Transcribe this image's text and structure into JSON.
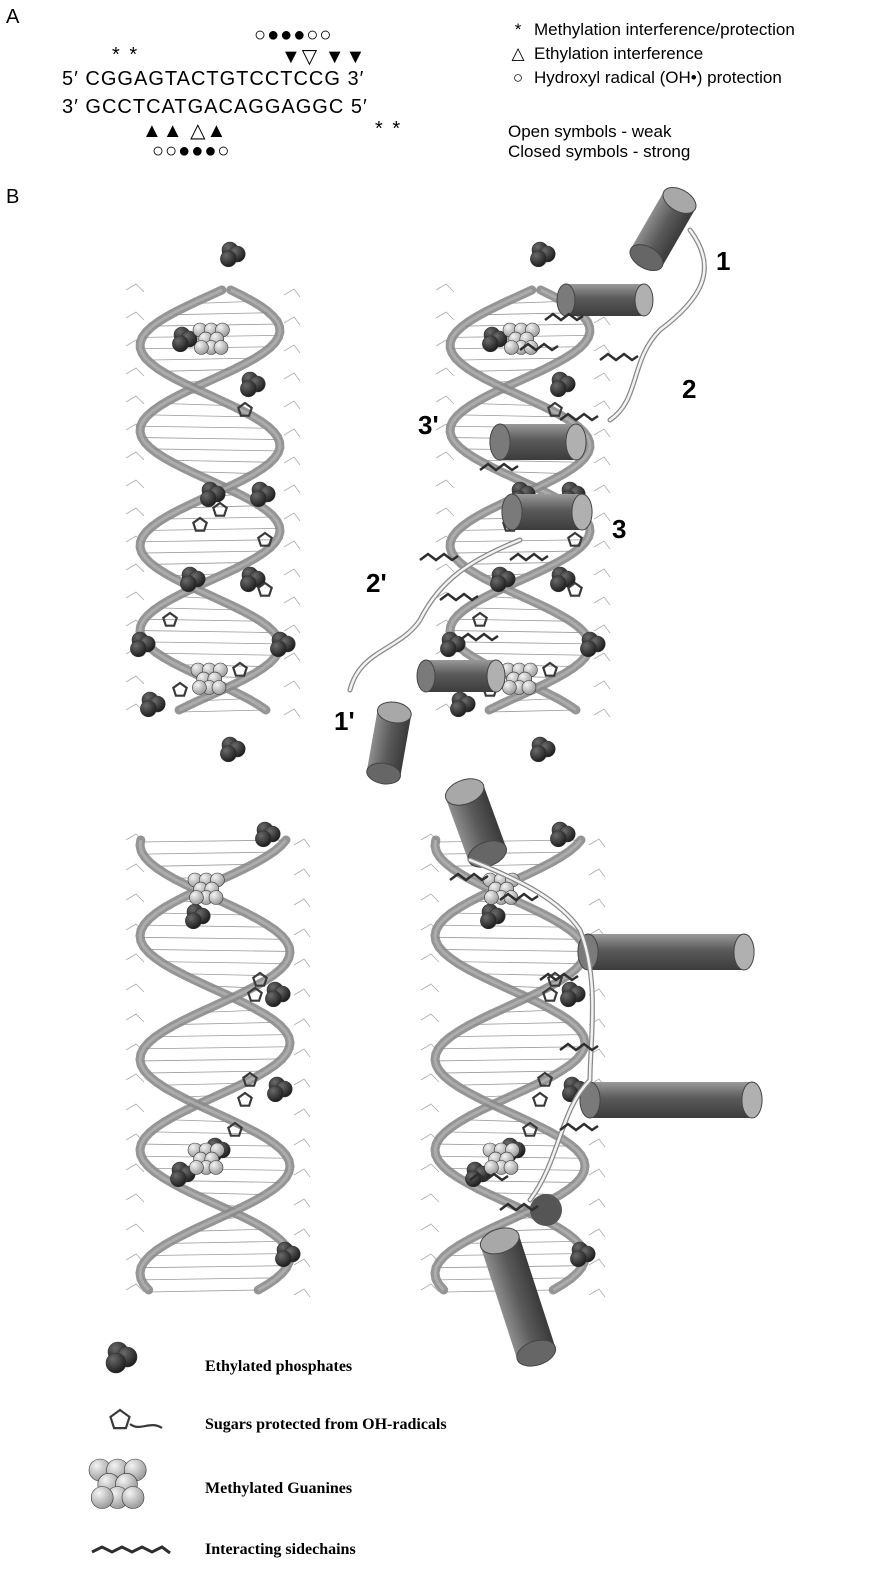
{
  "panel_a": {
    "label": "A",
    "top_strand": "5′ CGGAGTACTGTCCTCCG 3′",
    "bottom_strand": "3′ GCCTCATGACAGGAGGC 5′",
    "top_stars": "* *",
    "bottom_stars": "* *",
    "top_circles": "○●●●○○",
    "top_triangles": "▼▽ ▼▼",
    "bottom_triangles": "▲▲ △▲",
    "bottom_circles": "○○●●●○",
    "legend": [
      {
        "symbol": "*",
        "text": "Methylation interference/protection"
      },
      {
        "symbol": "△",
        "text": "Ethylation interference"
      },
      {
        "symbol": "○",
        "text": "Hydroxyl radical (OH•) protection"
      }
    ],
    "note_open": "Open symbols - weak",
    "note_closed": "Closed symbols - strong"
  },
  "panel_b": {
    "label": "B",
    "helix_labels": [
      "1",
      "2",
      "3'",
      "3",
      "2'",
      "1'"
    ],
    "legend": [
      {
        "icon": "ethylated-phosphate-icon",
        "text": "Ethylated phosphates"
      },
      {
        "icon": "sugar-ring-icon",
        "text": "Sugars protected from OH-radicals"
      },
      {
        "icon": "methylated-guanine-icon",
        "text": "Methylated Guanines"
      },
      {
        "icon": "sidechain-icon",
        "text": "Interacting sidechains"
      }
    ]
  },
  "colors": {
    "backbone": "#8a8a8a",
    "dark_atoms": "#2b2b2b",
    "light_atoms": "#cfcfcf",
    "cylinder": "#6e6e6e",
    "base_lines": "#9a9a9a"
  }
}
